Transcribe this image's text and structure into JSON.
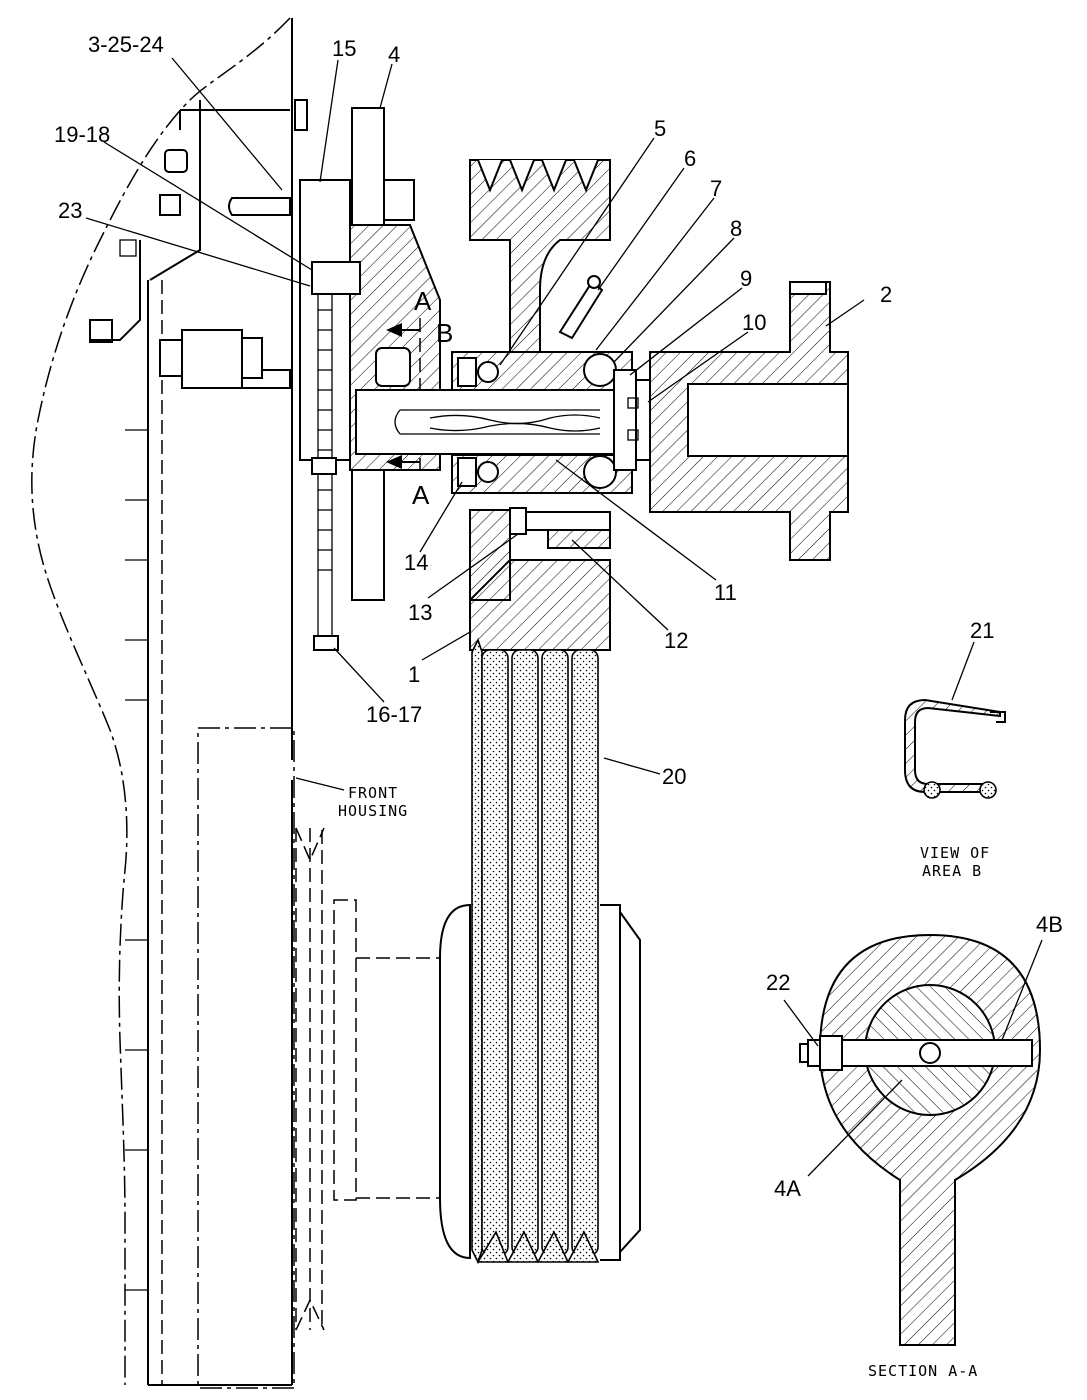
{
  "callouts": {
    "c_3_25_24": "3-25-24",
    "c_15": "15",
    "c_4": "4",
    "c_19_18": "19-18",
    "c_23": "23",
    "c_5": "5",
    "c_6": "6",
    "c_7": "7",
    "c_8": "8",
    "c_9": "9",
    "c_10": "10",
    "c_2": "2",
    "c_14": "14",
    "c_13": "13",
    "c_11": "11",
    "c_12": "12",
    "c_1": "1",
    "c_16_17": "16-17",
    "c_21": "21",
    "c_20": "20",
    "c_22": "22",
    "c_4B": "4B",
    "c_4A": "4A"
  },
  "section_marks": {
    "a_top": "A",
    "b": "B",
    "a_bottom": "A"
  },
  "captions": {
    "front_housing_1": "FRONT",
    "front_housing_2": "HOUSING",
    "view_area_b_1": "VIEW OF",
    "view_area_b_2": "AREA B",
    "section_aa": "SECTION A-A"
  }
}
